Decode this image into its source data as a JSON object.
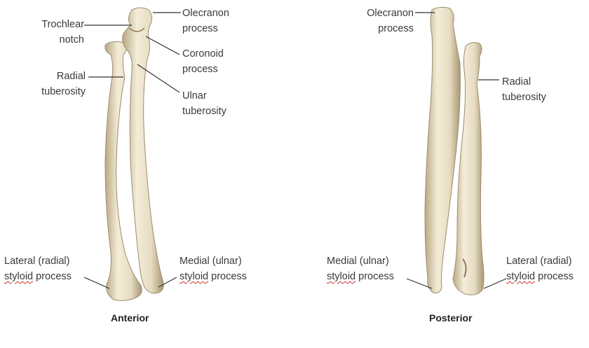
{
  "anterior": {
    "caption": "Anterior",
    "labels": {
      "trochlear_notch": [
        "Trochlear",
        "notch"
      ],
      "olecranon": [
        "Olecranon",
        "process"
      ],
      "coronoid": [
        "Coronoid",
        "process"
      ],
      "radial_tuberosity": [
        "Radial",
        "tuberosity"
      ],
      "ulnar_tuberosity": [
        "Ulnar",
        "tuberosity"
      ],
      "lateral_styloid": {
        "line1": "Lateral (radial)",
        "line2_word": "styloid",
        "line2_rest": " process"
      },
      "medial_styloid": {
        "line1": "Medial (ulnar)",
        "line2_word": "styloid",
        "line2_rest": " process"
      }
    }
  },
  "posterior": {
    "caption": "Posterior",
    "labels": {
      "olecranon": [
        "Olecranon",
        "process"
      ],
      "radial_tuberosity": [
        "Radial",
        "tuberosity"
      ],
      "medial_styloid": {
        "line1": "Medial (ulnar)",
        "line2_word": "styloid",
        "line2_rest": " process"
      },
      "lateral_styloid": {
        "line1": "Lateral (radial)",
        "line2_word": "styloid",
        "line2_rest": " process"
      }
    }
  },
  "colors": {
    "bone": "#efe6cf",
    "bone_shade": "#c9b994",
    "bone_dark": "#9c8c6c",
    "leader": "#333333",
    "spellcheck": "#d0302a"
  }
}
